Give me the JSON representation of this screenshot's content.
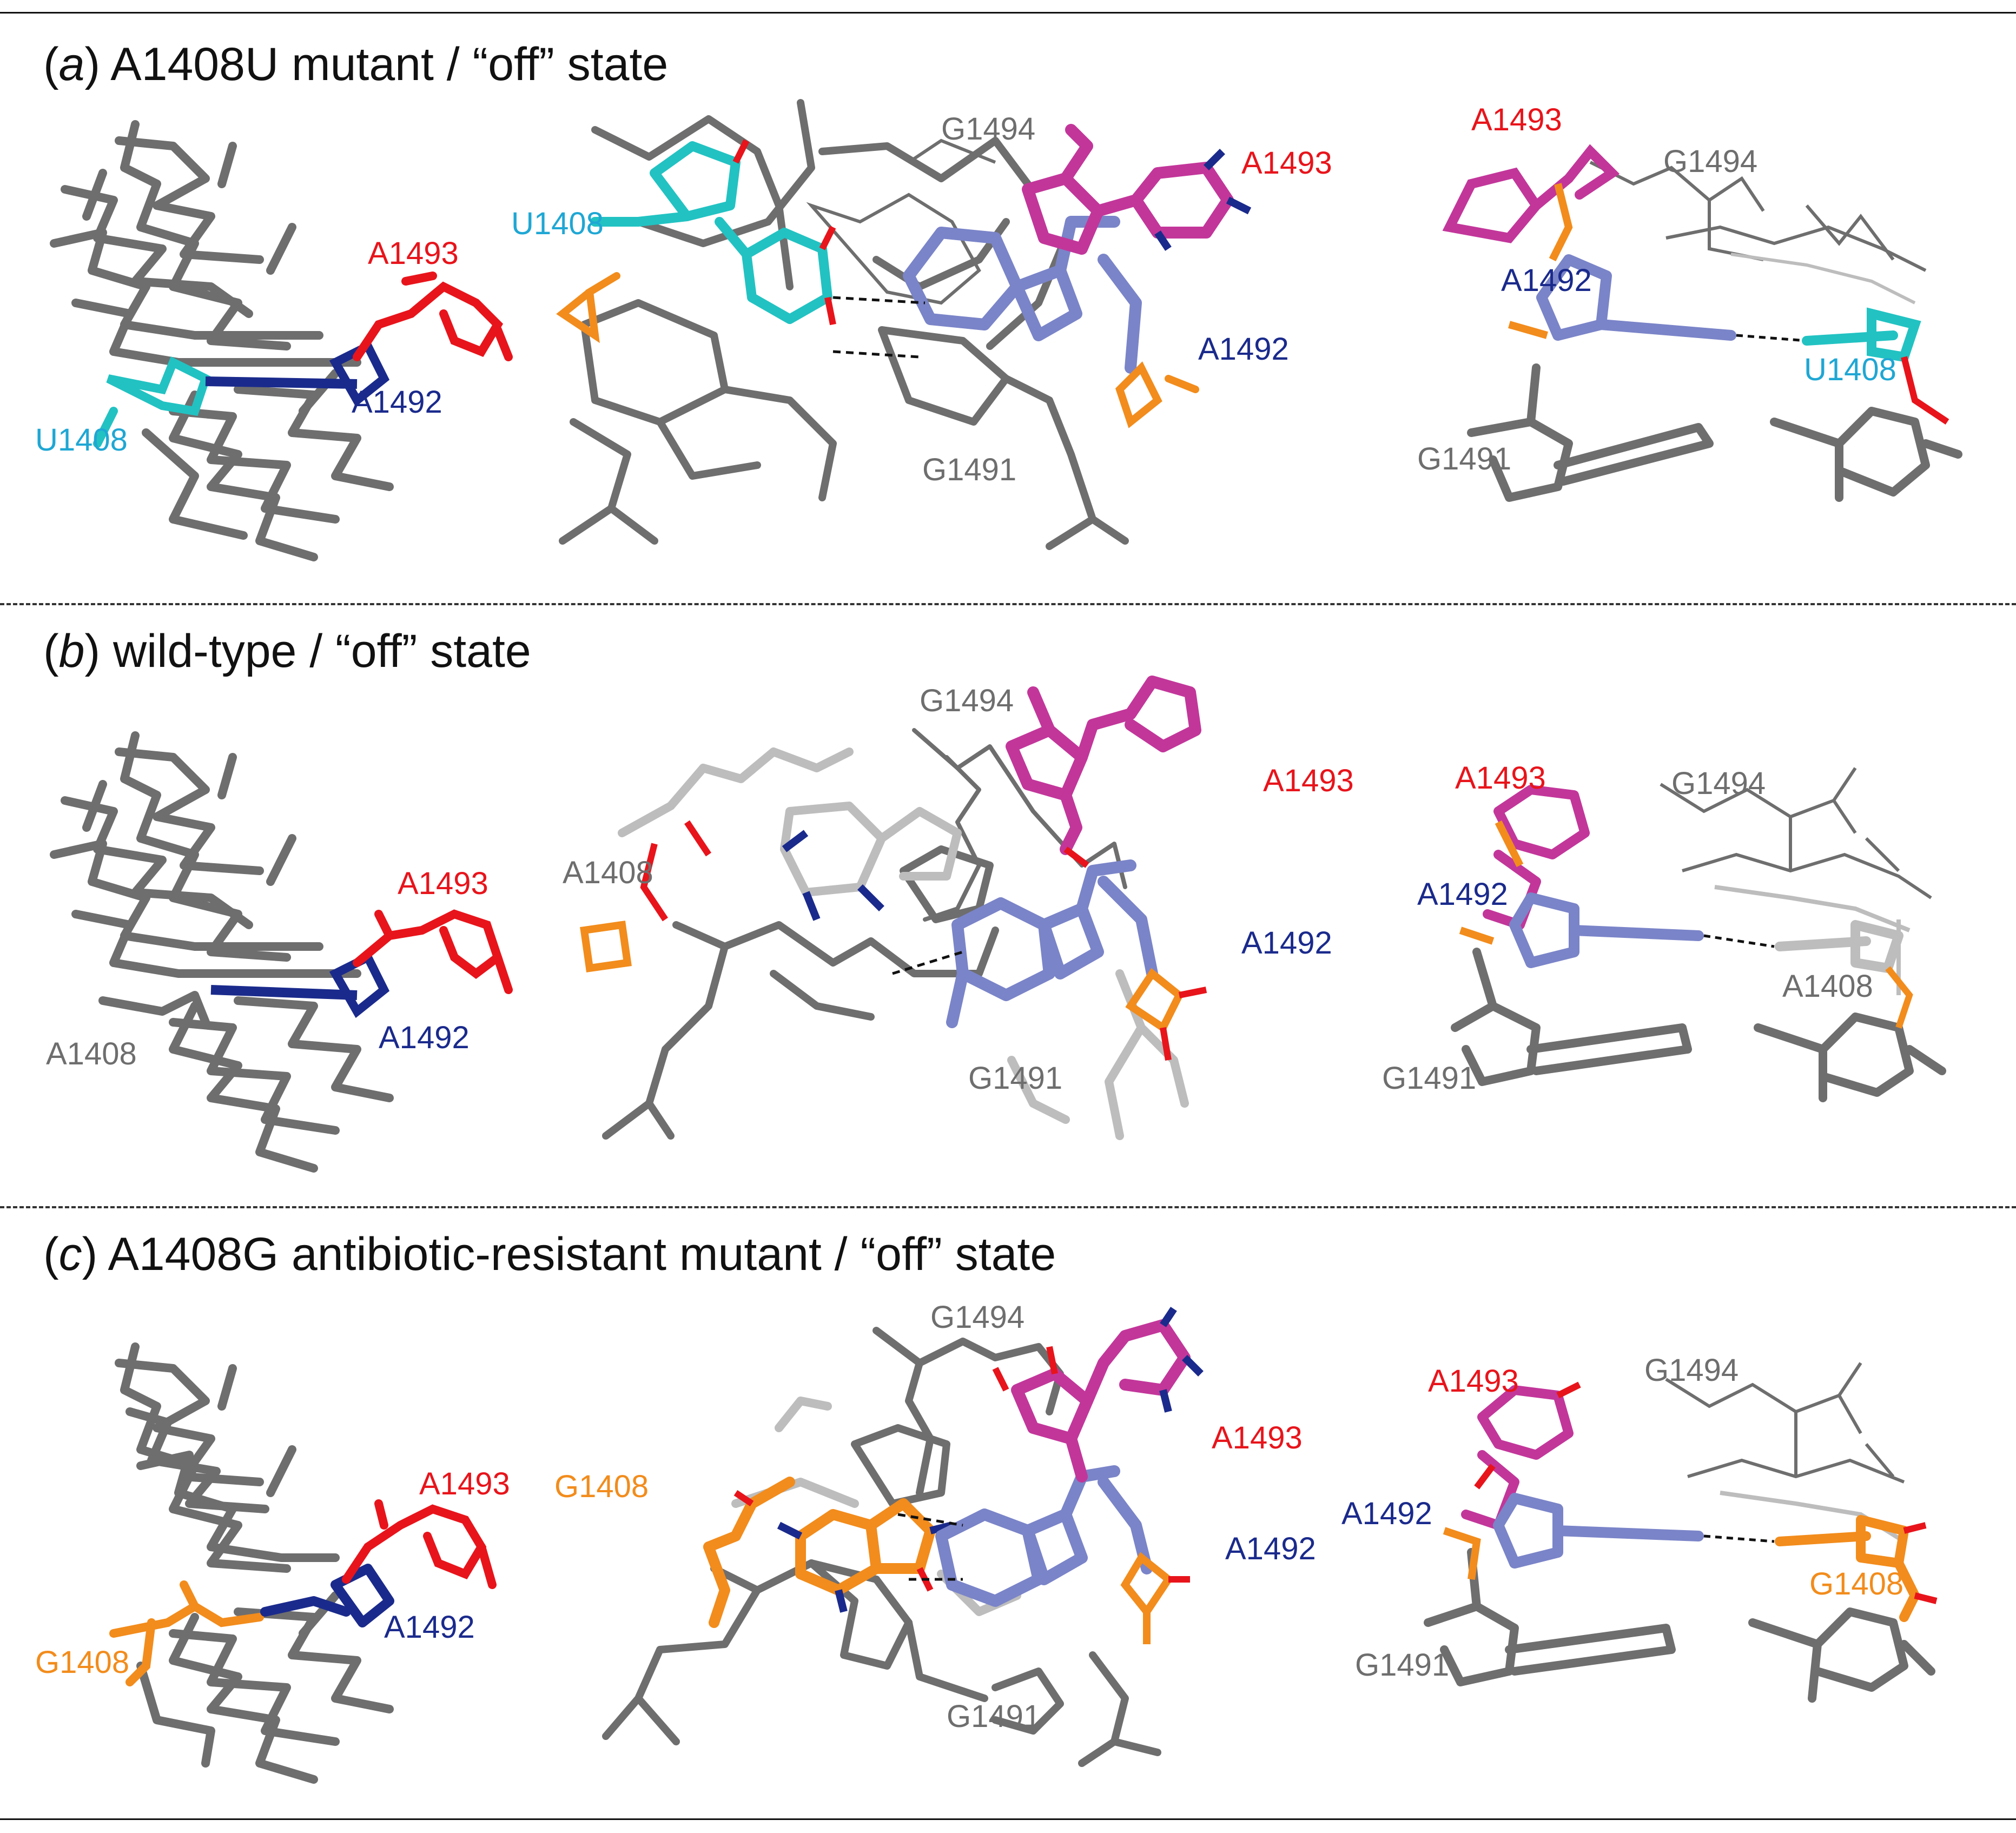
{
  "colors": {
    "grey": "#6e6e6e",
    "dark_grey": "#555555",
    "light_grey": "#bdbdbd",
    "red": "#e8141b",
    "navy": "#1a2a8c",
    "blue": "#7a84c8",
    "magenta": "#c2369a",
    "cyan": "#22c2c2",
    "orange": "#f28c1c",
    "label_cyan": "#1fa7d4",
    "label_orange": "#f28c1c"
  },
  "panels": [
    {
      "letter": "a",
      "title": "A1408U mutant / “off” state",
      "left": {
        "l1408": "U1408",
        "l1493": "A1493",
        "l1492": "A1492"
      },
      "middle": {
        "l1494": "G1494",
        "l1493": "A1493",
        "l1408": "U1408",
        "l1492": "A1492",
        "l1491": "G1491"
      },
      "right": {
        "l1493": "A1493",
        "l1494": "G1494",
        "l1492": "A1492",
        "l1408": "U1408",
        "l1491": "G1491"
      }
    },
    {
      "letter": "b",
      "title": "wild-type / “off” state",
      "left": {
        "l1408": "A1408",
        "l1493": "A1493",
        "l1492": "A1492"
      },
      "middle": {
        "l1494": "G1494",
        "l1493": "A1493",
        "l1408": "A1408",
        "l1492": "A1492",
        "l1491": "G1491"
      },
      "right": {
        "l1493": "A1493",
        "l1494": "G1494",
        "l1492": "A1492",
        "l1408": "A1408",
        "l1491": "G1491"
      }
    },
    {
      "letter": "c",
      "title": "A1408G antibiotic-resistant mutant / “off” state",
      "left": {
        "l1408": "G1408",
        "l1493": "A1493",
        "l1492": "A1492"
      },
      "middle": {
        "l1494": "G1494",
        "l1493": "A1493",
        "l1408": "G1408",
        "l1492": "A1492",
        "l1491": "G1491"
      },
      "right": {
        "l1493": "A1493",
        "l1494": "G1494",
        "l1492": "A1492",
        "l1408": "G1408",
        "l1491": "G1491"
      }
    }
  ]
}
